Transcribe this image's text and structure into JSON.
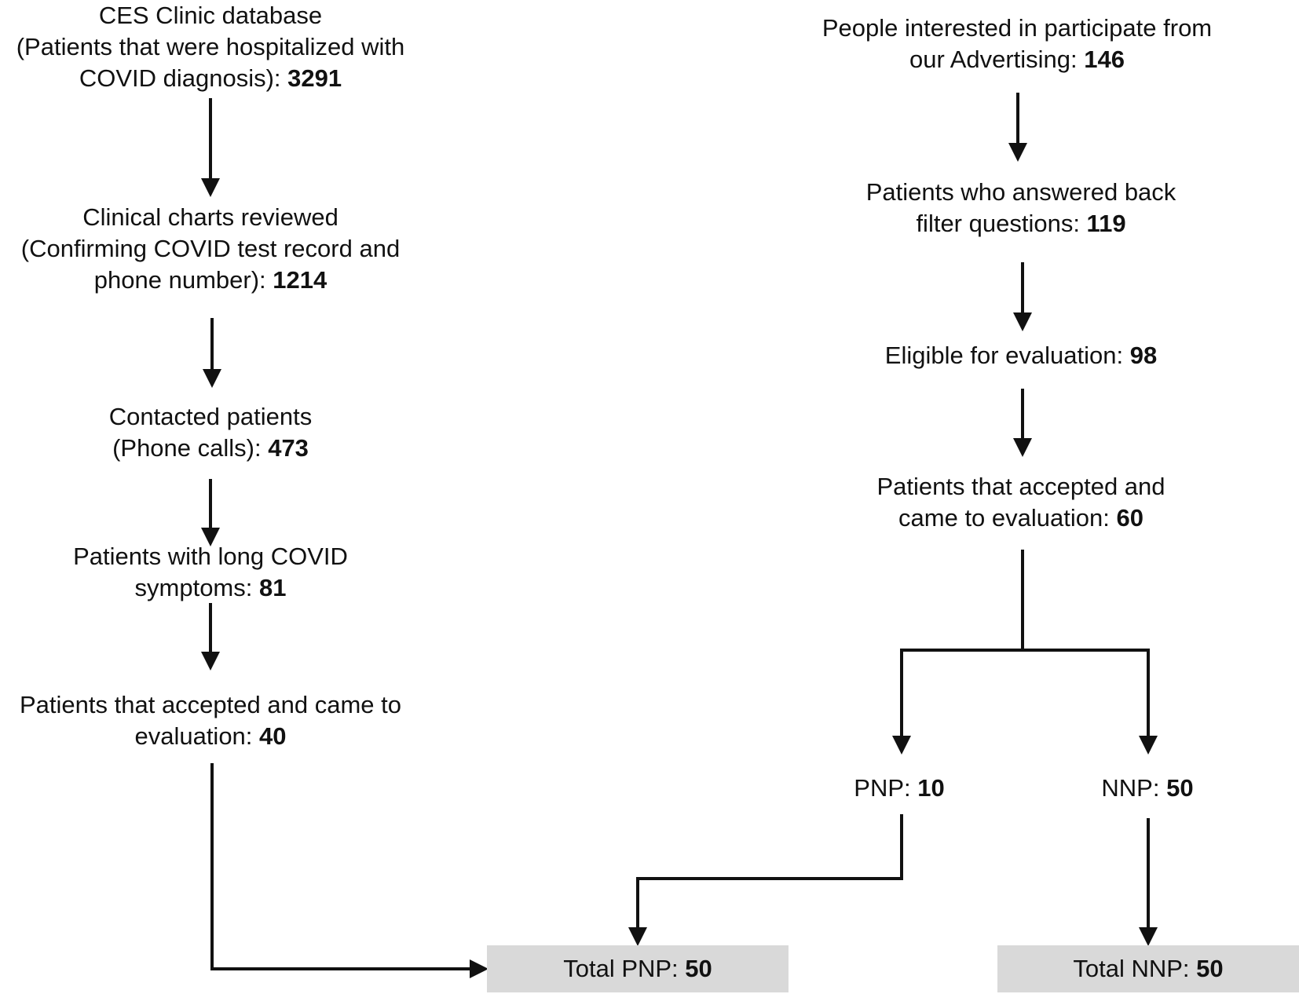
{
  "left_column": {
    "database": {
      "lines": [
        "CES Clinic database",
        "(Patients that were hospitalized with",
        "COVID diagnosis): "
      ],
      "count": "3291"
    },
    "reviewed": {
      "lines": [
        "Clinical charts reviewed",
        "(Confirming COVID test record and",
        "phone number): "
      ],
      "count": "1214"
    },
    "contacted": {
      "lines": [
        "Contacted patients",
        "(Phone calls): "
      ],
      "count": "473"
    },
    "long_covid": {
      "lines": [
        "Patients with long COVID",
        "symptoms: "
      ],
      "count": "81"
    },
    "accepted": {
      "lines": [
        "Patients that accepted and came to",
        "evaluation: "
      ],
      "count": "40"
    }
  },
  "right_column": {
    "interested": {
      "lines": [
        "People interested in participate from",
        "our Advertising: "
      ],
      "count": "146"
    },
    "answered": {
      "lines": [
        "Patients who answered back",
        "filter questions: "
      ],
      "count": "119"
    },
    "eligible": {
      "lines": [
        "Eligible for evaluation: "
      ],
      "count": "98"
    },
    "accepted": {
      "lines": [
        "Patients that accepted and",
        "came to evaluation: "
      ],
      "count": "60"
    },
    "pnp": {
      "label": "PNP: ",
      "count": "10"
    },
    "nnp": {
      "label": "NNP: ",
      "count": "50"
    }
  },
  "totals": {
    "pnp": {
      "label": "Total PNP: ",
      "count": "50"
    },
    "nnp": {
      "label": "Total NNP: ",
      "count": "50"
    }
  },
  "colors": {
    "line": "#111111",
    "box_fill": "#d9d9d9"
  }
}
